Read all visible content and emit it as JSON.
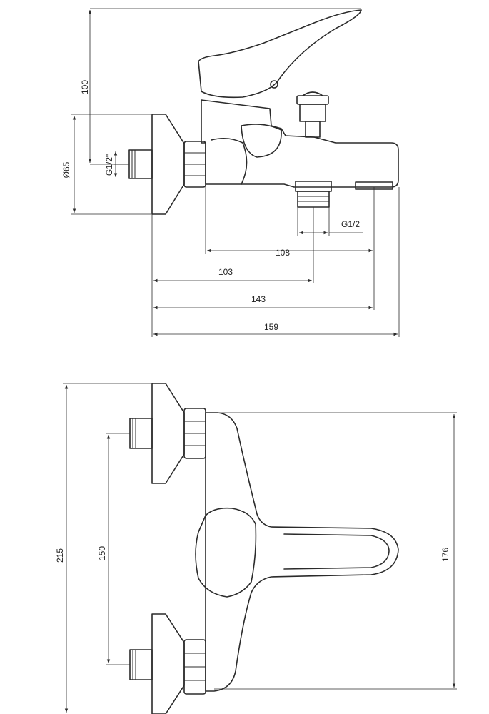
{
  "top_view": {
    "dim_100": "100",
    "dim_diameter": "Ø65",
    "dim_g12_inlet": "G1/2\"",
    "dim_g12_outlet": "G1/2",
    "dim_108": "108",
    "dim_103": "103",
    "dim_143": "143",
    "dim_159": "159"
  },
  "bottom_view": {
    "dim_215": "215",
    "dim_150": "150",
    "dim_176": "176"
  }
}
